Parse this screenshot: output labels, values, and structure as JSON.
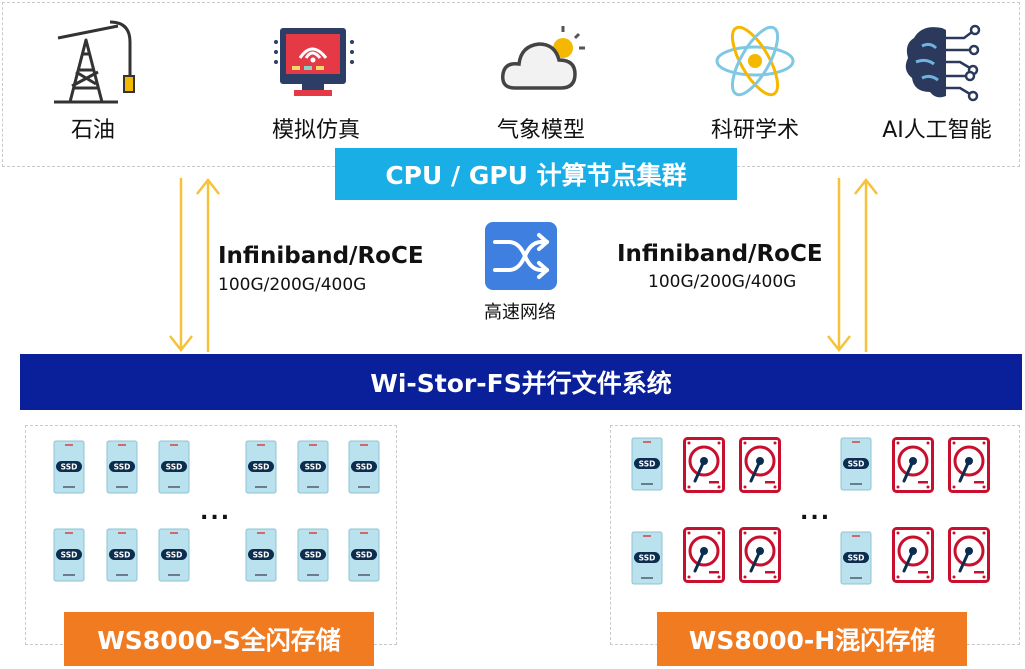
{
  "applications": [
    {
      "label": "石油",
      "icon": "oil-pump-icon"
    },
    {
      "label": "模拟仿真",
      "icon": "simulation-monitor-icon"
    },
    {
      "label": "气象模型",
      "icon": "weather-cloud-icon"
    },
    {
      "label": "科研学术",
      "icon": "atom-icon"
    },
    {
      "label": "AI人工智能",
      "icon": "ai-brain-icon"
    }
  ],
  "compute_cluster": {
    "label": "CPU / GPU 计算节点集群"
  },
  "network": {
    "left": {
      "title": "Infiniband/RoCE",
      "speeds": "100G/200G/400G"
    },
    "right": {
      "title": "Infiniband/RoCE",
      "speeds": "100G/200G/400G"
    },
    "switch_label": "高速网络",
    "switch_icon": "shuffle-switch-icon"
  },
  "filesystem": {
    "label": "Wi-Stor-FS并行文件系统"
  },
  "storage": {
    "left": {
      "label": "WS8000-S全闪存储",
      "ellipsis": "...",
      "drive_label": "SSD"
    },
    "right": {
      "label": "WS8000-H混闪存储",
      "ellipsis": "...",
      "drive_label": "SSD"
    }
  },
  "colors": {
    "cluster": "#19aee6",
    "filesystem": "#0a1f9a",
    "storage_banner": "#f07b21",
    "arrow": "#f5c23a",
    "hdd": "#c8102e",
    "ssd": "#b9e2ee"
  }
}
